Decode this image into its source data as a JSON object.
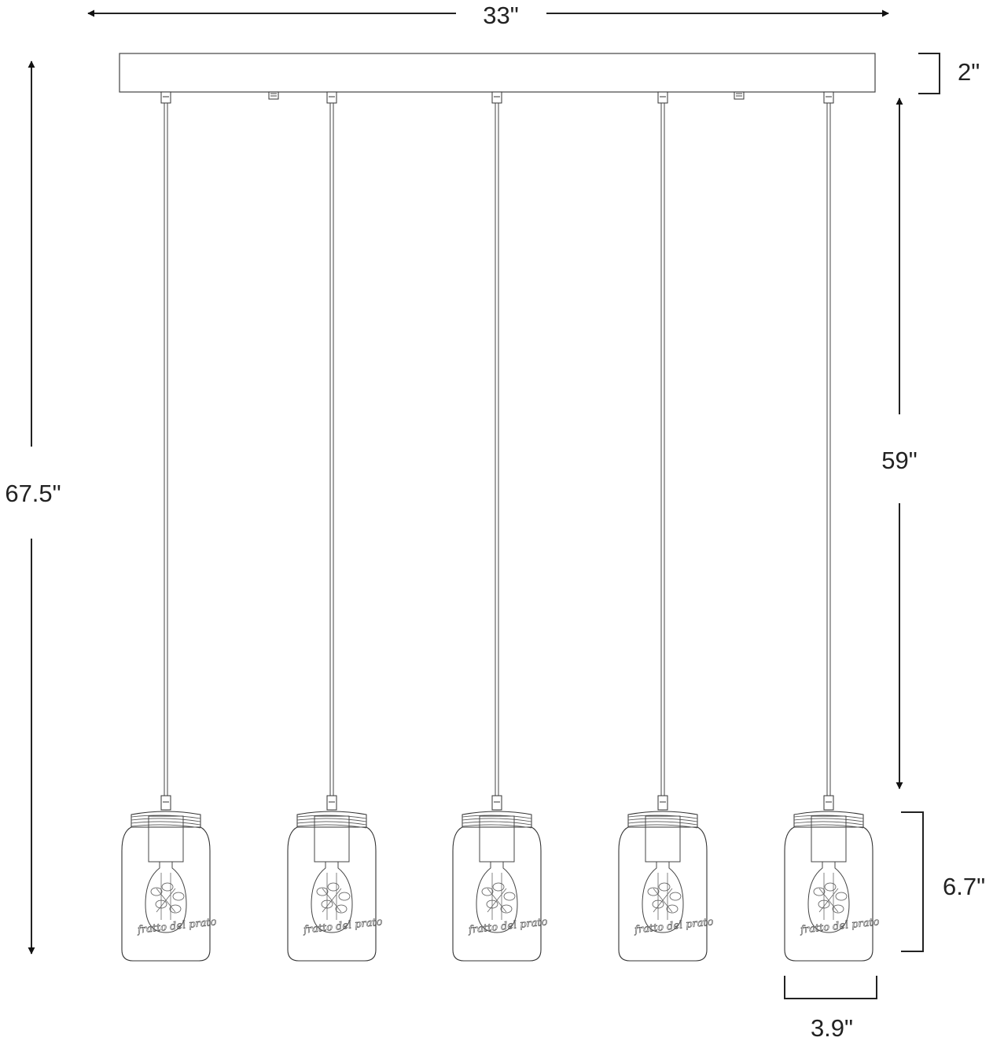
{
  "dimensions": {
    "width": "33\"",
    "canopy_height": "2\"",
    "overall_height": "67.5\"",
    "cord_length": "59\"",
    "shade_height": "6.7\"",
    "shade_width": "3.9\""
  },
  "pendants": [
    {
      "logo": "fratto del prato"
    },
    {
      "logo": "fratto del prato"
    },
    {
      "logo": "fratto del prato"
    },
    {
      "logo": "fratto del prato"
    },
    {
      "logo": "fratto del prato"
    }
  ],
  "colors": {
    "line": "#222222",
    "background": "#ffffff"
  }
}
